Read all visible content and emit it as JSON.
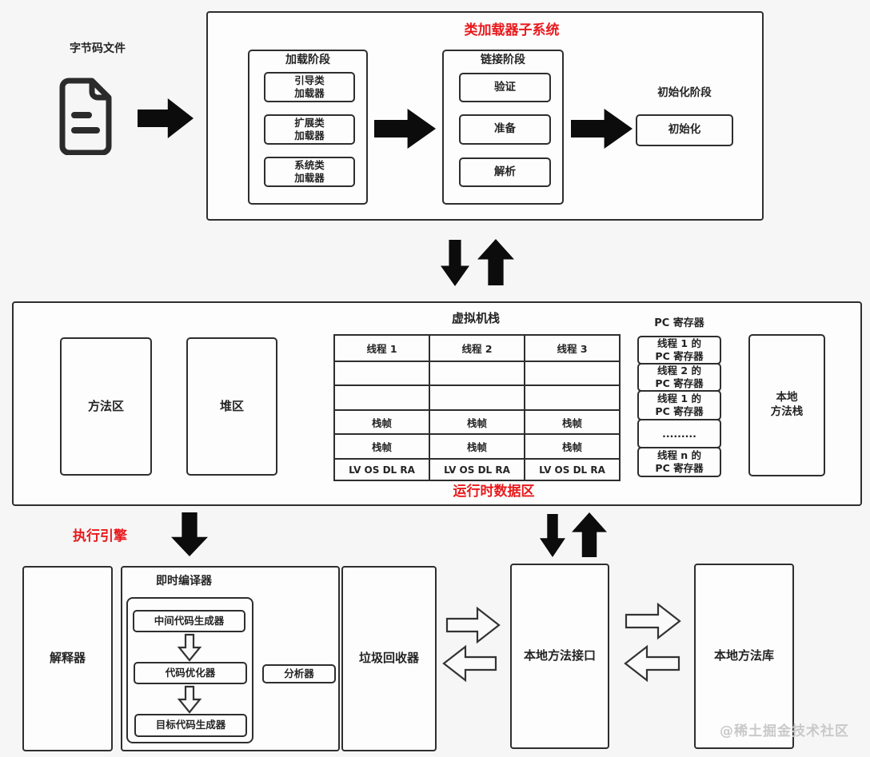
{
  "colors": {
    "accent_red": "#e8191c",
    "line": "#2e2e2e"
  },
  "bytecode": {
    "label": "字节码文件"
  },
  "class_loader": {
    "title": "类加载器子系统",
    "loading": {
      "title": "加载阶段",
      "items": [
        "引导类\n加载器",
        "扩展类\n加载器",
        "系统类\n加载器"
      ]
    },
    "linking": {
      "title": "链接阶段",
      "items": [
        "验证",
        "准备",
        "解析"
      ]
    },
    "init": {
      "stage_label": "初始化阶段",
      "box_label": "初始化"
    }
  },
  "runtime": {
    "title": "运行时数据区",
    "method_area": "方法区",
    "heap": "堆区",
    "vm_stack": {
      "title": "虚拟机栈",
      "columns": [
        {
          "header": "线程 1",
          "rows": [
            "",
            "",
            "栈帧",
            "栈帧",
            "LV OS DL RA"
          ]
        },
        {
          "header": "线程 2",
          "rows": [
            "",
            "",
            "栈帧",
            "栈帧",
            "LV OS DL RA"
          ]
        },
        {
          "header": "线程 3",
          "rows": [
            "",
            "",
            "栈帧",
            "栈帧",
            "LV OS DL RA"
          ]
        }
      ]
    },
    "pc_registers": {
      "title": "PC 寄存器",
      "items": [
        "线程 1 的\nPC 寄存器",
        "线程 2 的\nPC 寄存器",
        "线程 1 的\nPC 寄存器",
        ".........",
        "线程 n 的\nPC 寄存器"
      ]
    },
    "native_method_stack": "本地\n方法栈"
  },
  "engine": {
    "title": "执行引擎",
    "interpreter": "解释器",
    "jit": {
      "title": "即时编译器",
      "steps": [
        "中间代码生成器",
        "代码优化器",
        "目标代码生成器"
      ],
      "profiler": "分析器"
    },
    "gc": "垃圾回收器",
    "native_interface": "本地方法接口",
    "native_library": "本地方法库"
  },
  "page": {
    "watermark": "@稀土掘金技术社区"
  }
}
